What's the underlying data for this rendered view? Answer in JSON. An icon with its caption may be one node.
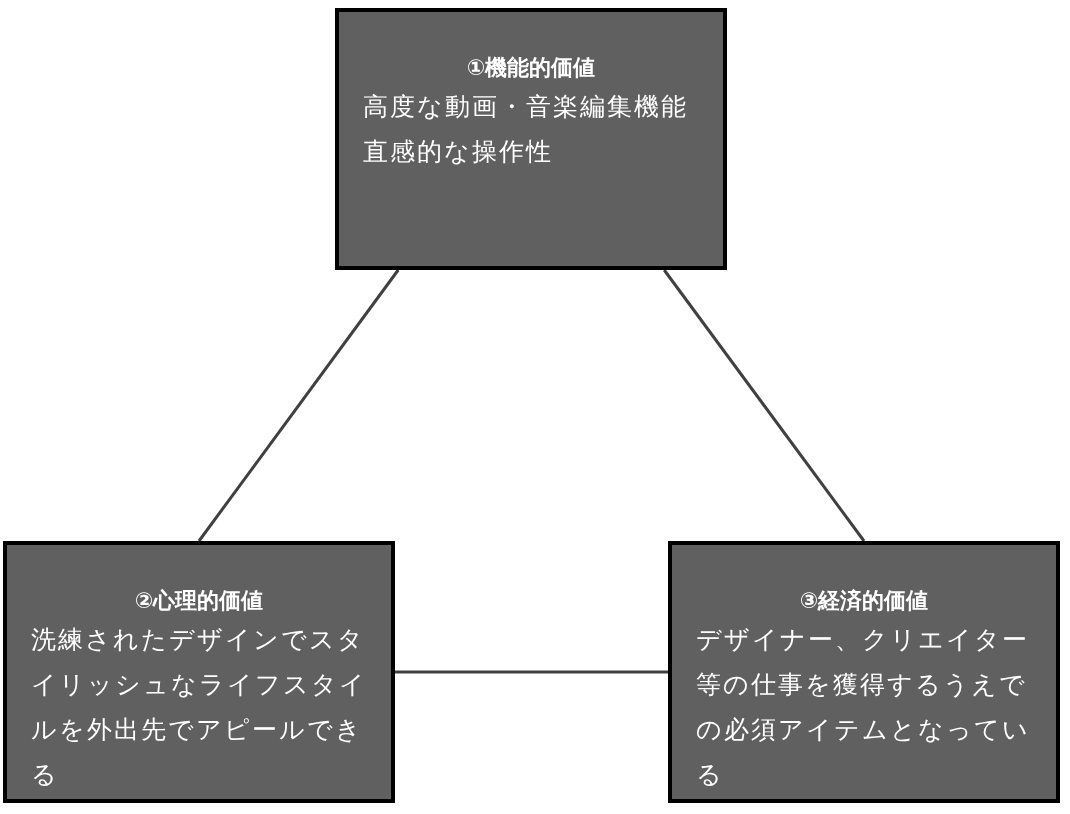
{
  "diagram": {
    "nodes": [
      {
        "text": [
          "①機能的価値",
          "高度な動画・音楽編集機能",
          "直感的な操作性"
        ]
      },
      {
        "text": [
          "②心理的価値",
          "洗練されたデザインでスタイリッシュなライフスタイルを外出先でアピールできる"
        ]
      },
      {
        "text": [
          "③経済的価値",
          "デザイナー、クリエイター等の仕事を獲得するうえでの必須アイテムとなっている"
        ]
      }
    ],
    "edges": [
      {
        "from": 0,
        "to": 1,
        "arrow": "none"
      },
      {
        "from": 0,
        "to": 2,
        "arrow": "none"
      },
      {
        "from": 1,
        "to": 2,
        "arrow": "none"
      }
    ]
  }
}
